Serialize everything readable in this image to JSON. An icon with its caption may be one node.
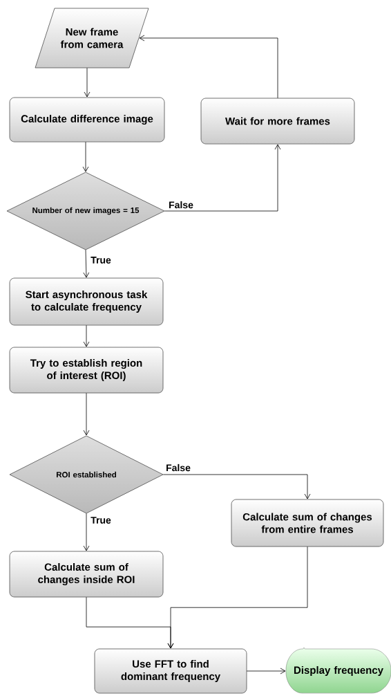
{
  "diagram": {
    "nodes": [
      {
        "text": [
          "New frame from camera"
        ]
      },
      {
        "text": [
          "Calculate difference image"
        ]
      },
      {
        "text": [
          "Wait for more frames"
        ]
      },
      {
        "text": [
          "Number of new images = 15"
        ]
      },
      {
        "text": [
          "Start asynchronous task to calculate frequency"
        ]
      },
      {
        "text": [
          "Try to establish region of interest (ROI)"
        ]
      },
      {
        "text": [
          "ROI established"
        ]
      },
      {
        "text": [
          "Calculate sum of changes from entire frames"
        ]
      },
      {
        "text": [
          "Calculate sum of changes inside ROI"
        ]
      },
      {
        "text": [
          "Use FFT to find dominant frequency"
        ]
      },
      {
        "text": [
          "Display frequency"
        ]
      }
    ],
    "edges": [
      {
        "from": 0,
        "to": 1,
        "arrow": "to"
      },
      {
        "from": 1,
        "to": 3,
        "arrow": "to"
      },
      {
        "from": 3,
        "to": 2,
        "arrow": "to",
        "label": "False"
      },
      {
        "from": 2,
        "to": 0,
        "arrow": "to"
      },
      {
        "from": 3,
        "to": 4,
        "arrow": "to",
        "label": "True"
      },
      {
        "from": 4,
        "to": 5,
        "arrow": "to"
      },
      {
        "from": 5,
        "to": 6,
        "arrow": "to"
      },
      {
        "from": 6,
        "to": 7,
        "arrow": "to",
        "label": "False"
      },
      {
        "from": 6,
        "to": 8,
        "arrow": "to",
        "label": "True"
      },
      {
        "from": 8,
        "to": 9,
        "arrow": "to"
      },
      {
        "from": 7,
        "to": 9,
        "arrow": "to"
      },
      {
        "from": 9,
        "to": 10,
        "arrow": "to"
      }
    ]
  }
}
